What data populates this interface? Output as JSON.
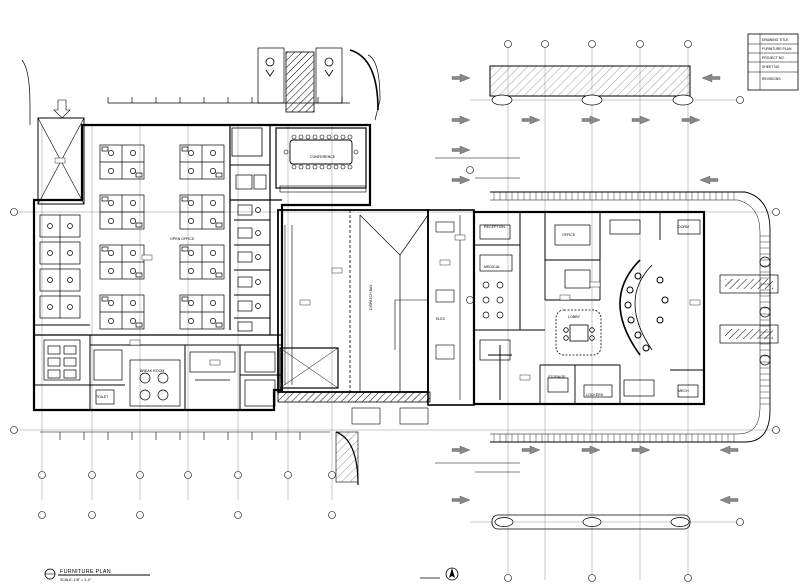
{
  "drawing": {
    "title": "FURNITURE PLAN",
    "scale_text": "SCALE: 1/8\" = 1'-0\""
  },
  "rooms": [
    {
      "label": "OPEN OFFICE"
    },
    {
      "label": "CONFERENCE"
    },
    {
      "label": "BREAK ROOM"
    },
    {
      "label": "DISPATCH BAY"
    },
    {
      "label": "RECEPTION"
    },
    {
      "label": "MEDICAL"
    },
    {
      "label": "LOBBY"
    },
    {
      "label": "OFFICE"
    },
    {
      "label": "DORM"
    },
    {
      "label": "LOCKERS"
    },
    {
      "label": "STORAGE"
    },
    {
      "label": "TOILET"
    },
    {
      "label": "ELEC"
    },
    {
      "label": "MECH"
    }
  ],
  "title_block": {
    "rows": [
      {
        "code": "",
        "text": "DRAWING TITLE"
      },
      {
        "code": "",
        "text": "FURNITURE PLAN"
      },
      {
        "code": "",
        "text": "PROJECT NO."
      },
      {
        "code": "",
        "text": "SHEET NO."
      },
      {
        "code": "",
        "text": "REVISIONS"
      }
    ]
  },
  "colors": {
    "line": "#000000",
    "paper": "#ffffff"
  }
}
